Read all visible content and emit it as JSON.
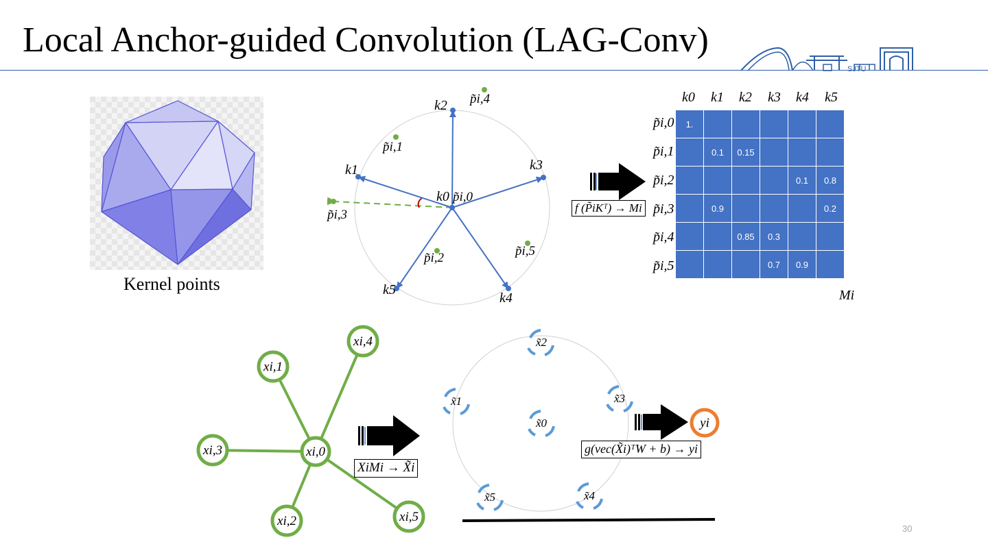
{
  "title": "Local Anchor-guided Convolution (LAG-Conv)",
  "kernel_caption": "Kernel points",
  "page_number": "30",
  "logo_text": "SJTU",
  "colors": {
    "title_rule": "#2f5fa8",
    "arrow_blue": "#4472c4",
    "anchor_green": "#70ad47",
    "matrix_fill": "#4472c4",
    "node_green": "#70ad47",
    "feature_blue": "#5b9bd5",
    "output_orange": "#ed7d31",
    "angle_red": "#c00000"
  },
  "kernel_labels": [
    "k0",
    "k1",
    "k2",
    "k3",
    "k4",
    "k5"
  ],
  "anchor_labels": [
    "p̃i,0",
    "p̃i,1",
    "p̃i,2",
    "p̃i,3",
    "p̃i,4",
    "p̃i,5"
  ],
  "matrix": {
    "col_headers": [
      "k0",
      "k1",
      "k2",
      "k3",
      "k4",
      "k5"
    ],
    "row_headers": [
      "p̃i,0",
      "p̃i,1",
      "p̃i,2",
      "p̃i,3",
      "p̃i,4",
      "p̃i,5"
    ],
    "rows": [
      [
        "1.",
        "",
        "",
        "",
        "",
        ""
      ],
      [
        "",
        "0.1",
        "0.15",
        "",
        "",
        ""
      ],
      [
        "",
        "",
        "",
        "",
        "0.1",
        "0.8"
      ],
      [
        "",
        "0.9",
        "",
        "",
        "",
        "0.2"
      ],
      [
        "",
        "",
        "0.85",
        "0.3",
        "",
        ""
      ],
      [
        "",
        "",
        "",
        "0.7",
        "0.9",
        ""
      ]
    ],
    "name": "Mi"
  },
  "formula_top": "f (P̃iKᵀ) → Mi",
  "formula_mid": "XiMi → X̃i",
  "formula_out": "g(vec(X̃i)ᵀW + b) → yi",
  "graph_nodes": [
    "xi,0",
    "xi,1",
    "xi,2",
    "xi,3",
    "xi,4",
    "xi,5"
  ],
  "feature_nodes": [
    "x̃0",
    "x̃1",
    "x̃2",
    "x̃3",
    "x̃4",
    "x̃5"
  ],
  "output_node": "yi"
}
